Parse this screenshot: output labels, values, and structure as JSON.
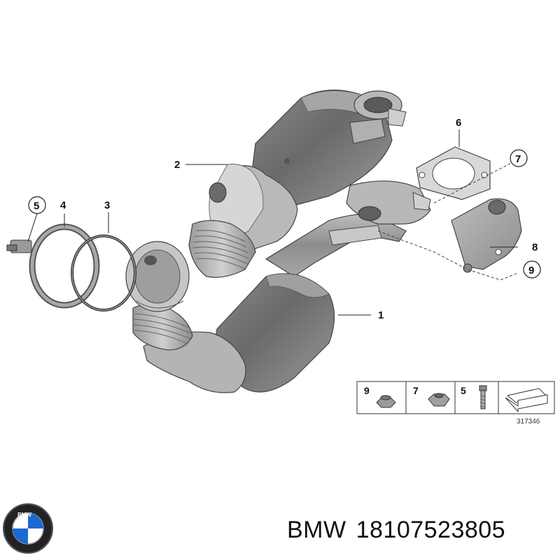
{
  "callouts": [
    {
      "id": "c1",
      "label": "1"
    },
    {
      "id": "c2",
      "label": "2"
    },
    {
      "id": "c3",
      "label": "3"
    },
    {
      "id": "c4",
      "label": "4"
    },
    {
      "id": "c5",
      "label": "5"
    },
    {
      "id": "c6",
      "label": "6"
    },
    {
      "id": "c7",
      "label": "7"
    },
    {
      "id": "c8",
      "label": "8"
    },
    {
      "id": "c9",
      "label": "9"
    }
  ],
  "hardware_legend": [
    {
      "label": "9",
      "icon": "flange-nut-icon"
    },
    {
      "label": "7",
      "icon": "hex-nut-icon"
    },
    {
      "label": "5",
      "icon": "bolt-icon"
    }
  ],
  "figure_id": "317346",
  "logo": {
    "name": "bmw-logo-icon",
    "text": "BMW"
  },
  "caption": {
    "brand": "BMW",
    "part_number": "18107523805"
  },
  "colors": {
    "part_dark": "#6e6e6e",
    "part_mid": "#9a9a9a",
    "part_light": "#c8c8c8",
    "bmw_blue": "#1c69d4"
  }
}
